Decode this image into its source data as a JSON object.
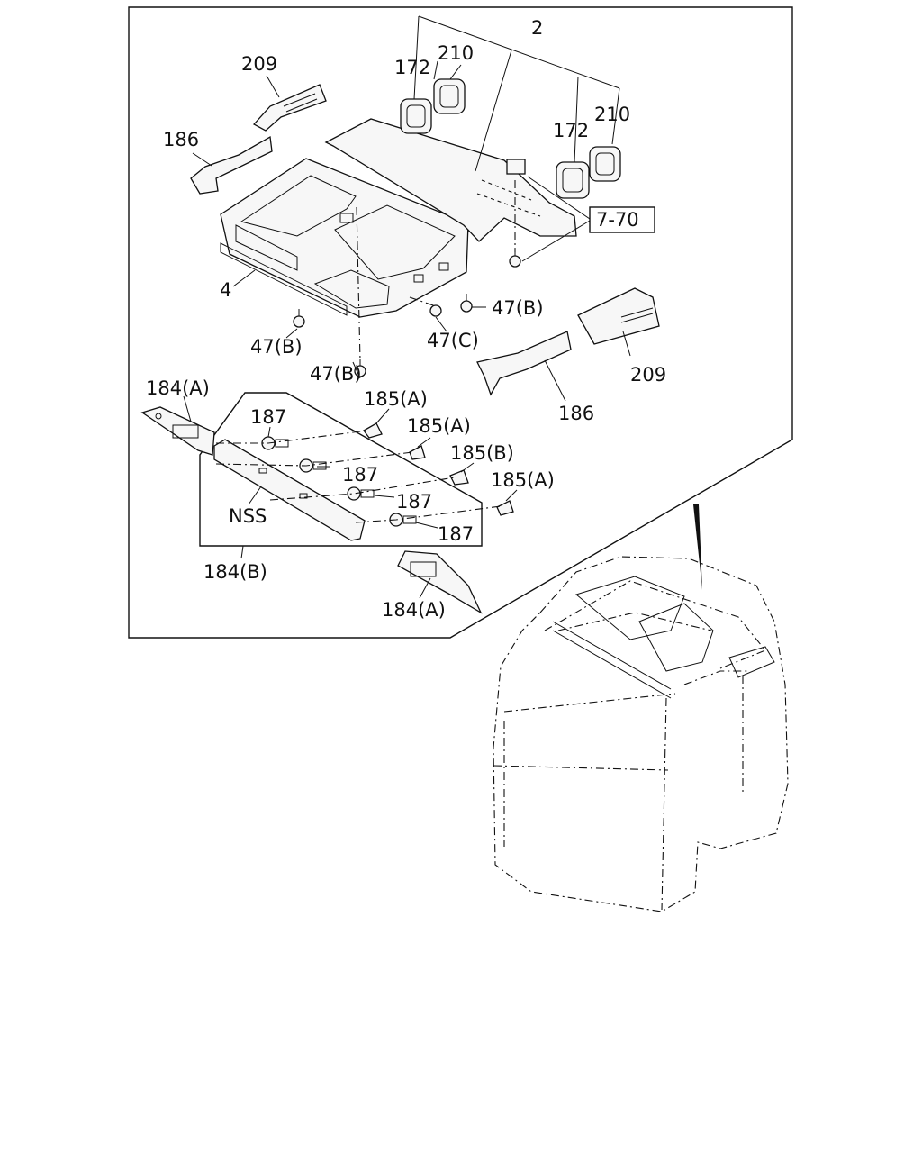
{
  "labels": {
    "assembly_2": "2",
    "grommet_172_left": "172",
    "grommet_210_left": "210",
    "grommet_172_right": "172",
    "grommet_210_right": "210",
    "trim_209_left": "209",
    "trim_209_right": "209",
    "pillar_186_left": "186",
    "pillar_186_right": "186",
    "headlining_4": "4",
    "ref_box": "7-70",
    "clip_47b_top": "47(B)",
    "clip_47c": "47(C)",
    "clip_47b_left": "47(B)",
    "clip_47b_mid": "47(B)",
    "lamp_184a_top": "184(A)",
    "lamp_184a_bottom": "184(A)",
    "console_184b": "184(B)",
    "bracket_185a_1": "185(A)",
    "bracket_185a_2": "185(A)",
    "bracket_185b": "185(B)",
    "bracket_185a_3": "185(A)",
    "screw_187_1": "187",
    "screw_187_2": "187",
    "screw_187_3": "187",
    "screw_187_4": "187",
    "nss": "NSS"
  }
}
